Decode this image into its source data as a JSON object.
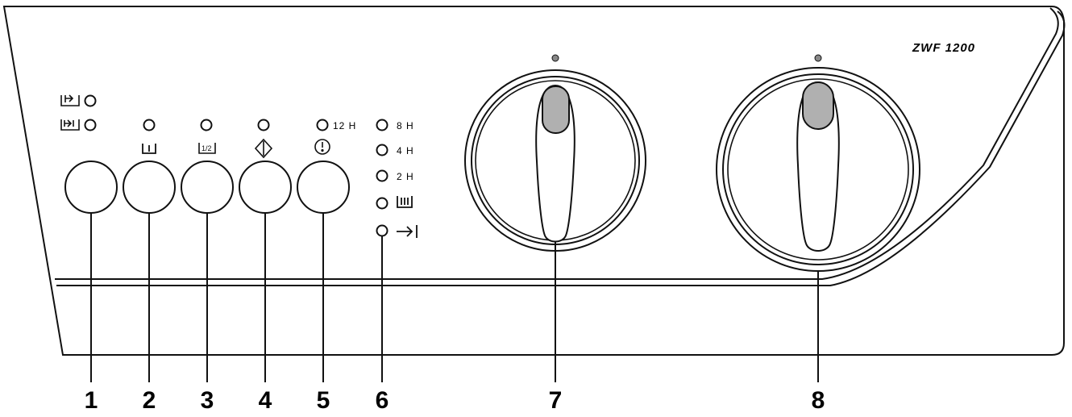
{
  "model": "ZWF 1200",
  "timer_labels": {
    "label_12h": "12 H",
    "label_8h": "8 H",
    "label_4h": "4 H",
    "label_2h": "2 H"
  },
  "callouts": [
    "1",
    "2",
    "3",
    "4",
    "5",
    "6",
    "7",
    "8"
  ],
  "icons": {
    "button_1": [
      "spin-reduce-icon",
      "spin-stop-icon"
    ],
    "button_2": "pre-wash-icon",
    "button_3": "half-load-icon",
    "button_4": "start-pause-icon",
    "button_5": "delay-start-icon",
    "status_6": [
      "wash-phase-icon",
      "end-of-cycle-icon"
    ]
  }
}
